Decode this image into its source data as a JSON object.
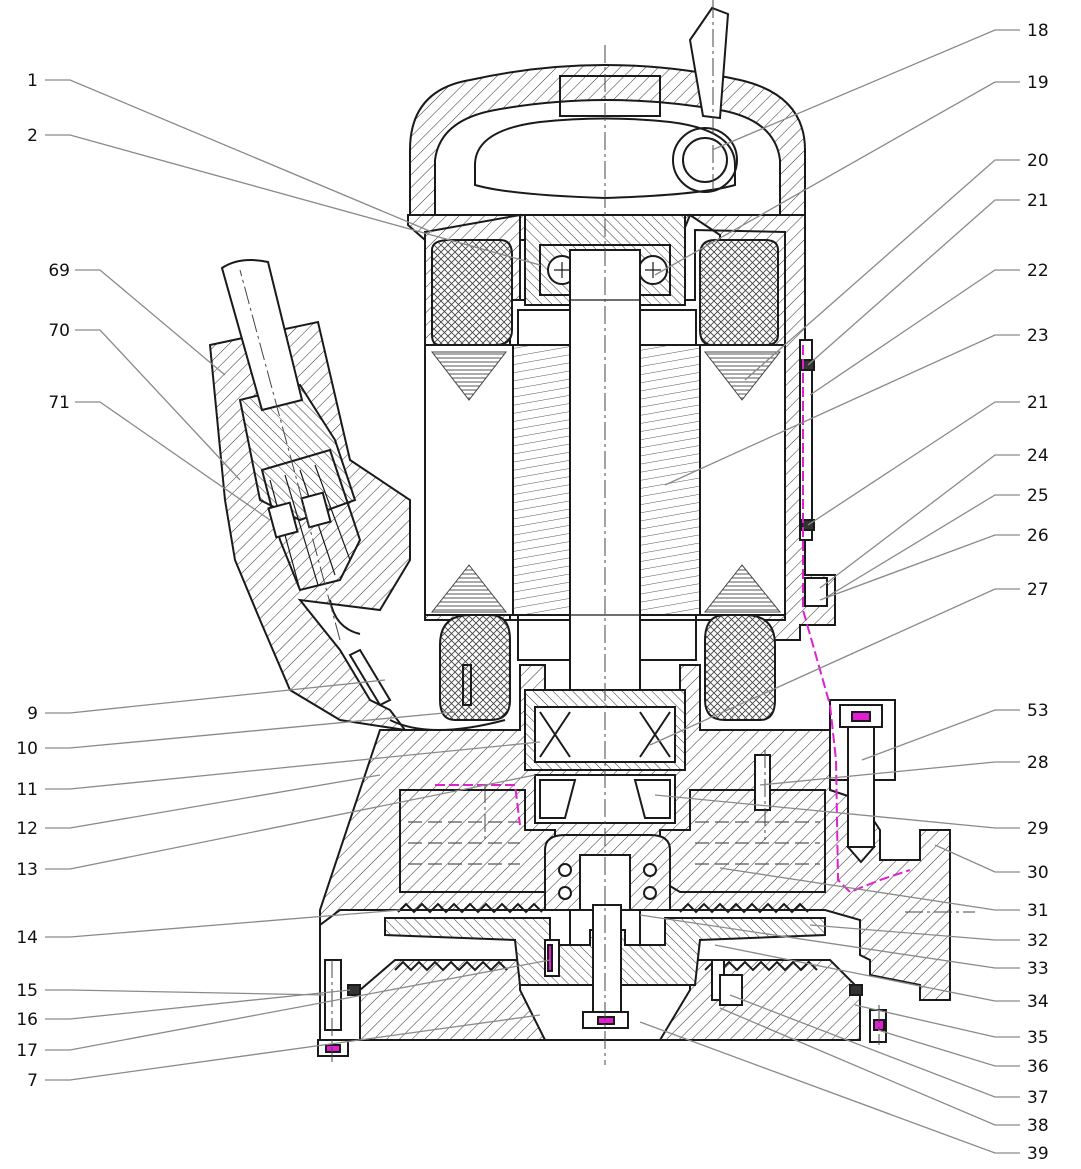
{
  "labels": {
    "left": [
      "1",
      "2",
      "69",
      "70",
      "71",
      "9",
      "10",
      "11",
      "12",
      "13",
      "14",
      "15",
      "16",
      "17",
      "7"
    ],
    "right": [
      "18",
      "19",
      "20",
      "21",
      "22",
      "23",
      "21",
      "24",
      "25",
      "26",
      "27",
      "53",
      "28",
      "29",
      "30",
      "31",
      "32",
      "33",
      "34",
      "35",
      "36",
      "37",
      "38",
      "39"
    ]
  },
  "colors": {
    "outline": "#1a1a1a",
    "leader": "#8a8a8a",
    "highlight": "#e020d0"
  }
}
